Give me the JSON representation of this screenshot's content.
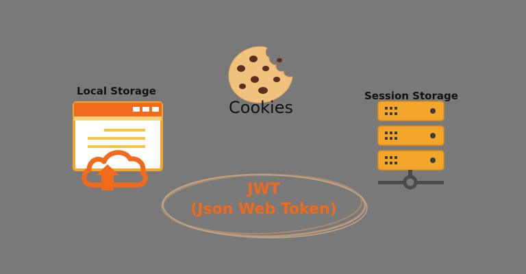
{
  "nodes": {
    "cookies": {
      "label": "Cookies",
      "icon": "cookie-icon"
    },
    "local_storage": {
      "label": "Local Storage",
      "icon": "browser-cloud-upload-icon"
    },
    "session_storage": {
      "label": "Session Storage",
      "icon": "server-rack-icon"
    },
    "jwt": {
      "line1": "JWT",
      "line2": "(Json Web Token)",
      "icon": "hand-drawn-ellipse-icon"
    }
  },
  "colors": {
    "background": "#797979",
    "accent_orange": "#F26A1B",
    "icon_orange": "#F4A62A",
    "cookie_dough": "#F1C27D",
    "cookie_chip": "#5A2E1F",
    "ellipse_stroke": "#B8977A"
  }
}
